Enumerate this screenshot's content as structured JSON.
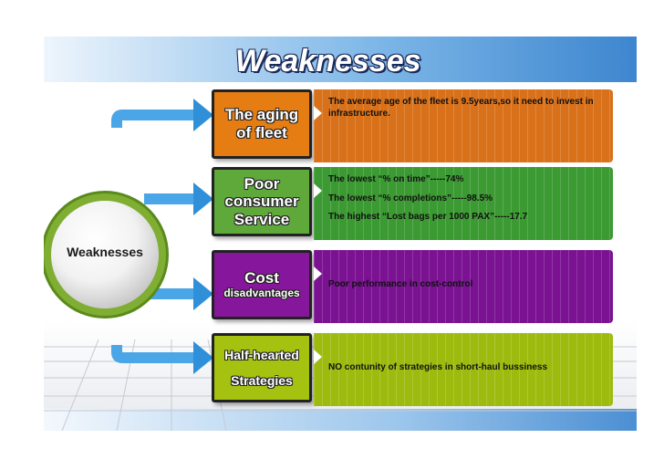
{
  "title": "Weaknesses",
  "center_label": "Weaknesses",
  "colors": {
    "orange": "#d9711a",
    "green": "#3c9a33",
    "purple": "#7a1292",
    "lime": "#9dbb0e",
    "arrow_blue": "#4aa6e6",
    "ring_green": "#7fae32"
  },
  "items": [
    {
      "label_lines": [
        "The aging",
        "of fleet"
      ],
      "details": [
        "The average age of the fleet is 9.5years,so it need to invest in infrastructure."
      ]
    },
    {
      "label_lines": [
        "Poor",
        "consumer",
        "Service"
      ],
      "details": [
        "The lowest “% on time”-----74%",
        "The lowest “% completions”-----98.5%",
        "The highest “Lost bags per 1000 PAX”-----17.7"
      ]
    },
    {
      "label_lines": [
        "Cost",
        "disadvantages"
      ],
      "details": [
        "Poor performance in cost-control"
      ]
    },
    {
      "label_lines": [
        "Half-hearted",
        "Strategies"
      ],
      "details": [
        "NO contunity of strategies in short-haul bussiness"
      ]
    }
  ]
}
